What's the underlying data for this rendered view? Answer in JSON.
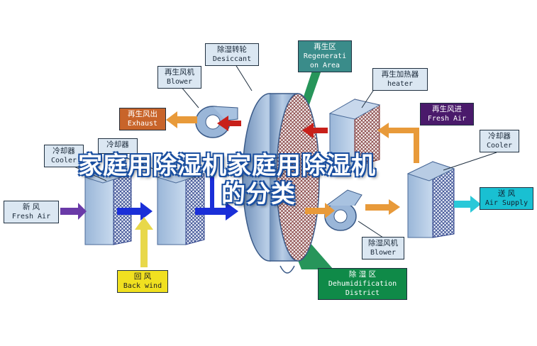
{
  "labels": {
    "desiccant": {
      "zh": "除湿转轮",
      "en": "Desiccant"
    },
    "regen_area": {
      "zh": "再生区",
      "en1": "Regenerati",
      "en2": "on Area"
    },
    "regen_blower": {
      "zh": "再生风机",
      "en": "Blower"
    },
    "regen_heater": {
      "zh": "再生加热器",
      "en": "heater"
    },
    "regen_exhaust": {
      "zh": "再生风出",
      "en": "Exhaust"
    },
    "regen_inlet": {
      "zh": "再生风进",
      "en": "Fresh Air"
    },
    "cooler_left": {
      "zh": "冷却器",
      "en": "Cooler"
    },
    "cooler_mid": {
      "zh": "冷却器",
      "en": ""
    },
    "cooler_right": {
      "zh": "冷却器",
      "en": "Cooler"
    },
    "fresh_air": {
      "zh": "新    风",
      "en": "Fresh Air"
    },
    "supply_air": {
      "zh": "送  风",
      "en": "Air Supply"
    },
    "back_wind": {
      "zh": "回    风",
      "en": "Back wind"
    },
    "dehum_blower": {
      "zh": "除湿风机",
      "en": "Blower"
    },
    "dehum_district": {
      "zh": "除    湿    区",
      "en1": "Dehumidification",
      "en2": "District"
    }
  },
  "overlay": {
    "line1": "家庭用除湿机家庭用除湿机",
    "line2": "的分类"
  },
  "colors": {
    "flow_blue": "#1a2fd8",
    "flow_red": "#c8201a",
    "flow_orange": "#e89a3a",
    "flow_yellow": "#e8d84a",
    "flow_purple": "#6a3aa8",
    "flow_cyan": "#2ac8d8",
    "machine_blue": "#8fb0d8",
    "zone_green": "#0f8a48"
  }
}
